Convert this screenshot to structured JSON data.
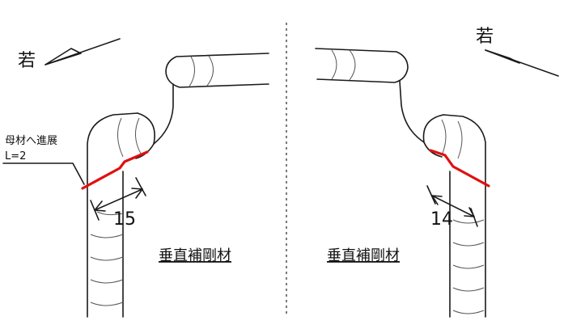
{
  "left_panel": {
    "direction_label": "若",
    "note_line1": "母材へ進展",
    "note_line2": "L=2",
    "dimension": "15",
    "member_label": "垂直補剛材"
  },
  "right_panel": {
    "direction_label": "若",
    "dimension": "14",
    "member_label": "垂直補剛材"
  },
  "colors": {
    "crack": "#e01010",
    "ink": "#1a1a1a"
  }
}
